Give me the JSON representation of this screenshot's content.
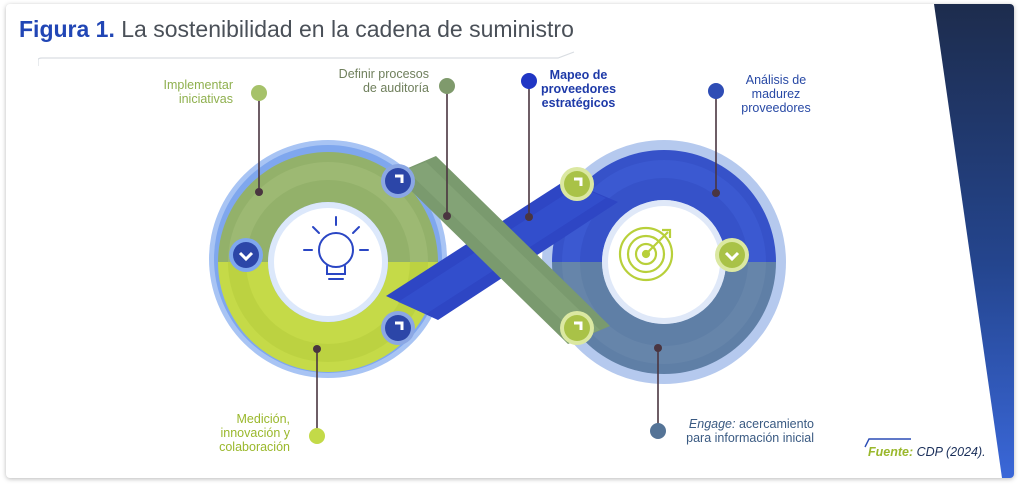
{
  "figure": {
    "prefix": "Figura 1.",
    "title": "La sostenibilidad en la cadena de suministro"
  },
  "labels": {
    "implementar": "Implementar\niniciativas",
    "definir": "Definir procesos\nde auditoría",
    "mapeo": "Mapeo de\nproveedores\nestratégicos",
    "analisis": "Análisis de\nmadurez\nproveedores",
    "medicion": "Medición,\ninnovación y\ncolaboración",
    "engage_italic": "Engage:",
    "engage_rest": " acercamiento\npara información inicial"
  },
  "source": {
    "key": "Fuente:",
    "value": " CDP (2024)."
  },
  "icons": {
    "left_center": "lightbulb-icon",
    "right_center": "target-icon",
    "badges": "chevron-arrow-icon"
  },
  "colors": {
    "title_prefix": "#2146b5",
    "light_blue": "#7fa7ee",
    "lime": "#c3d94a",
    "sage": "#8aab62",
    "royal_blue": "#2d47c9",
    "slate_blue": "#5b7aa3",
    "dark_navy": "#18284a"
  }
}
